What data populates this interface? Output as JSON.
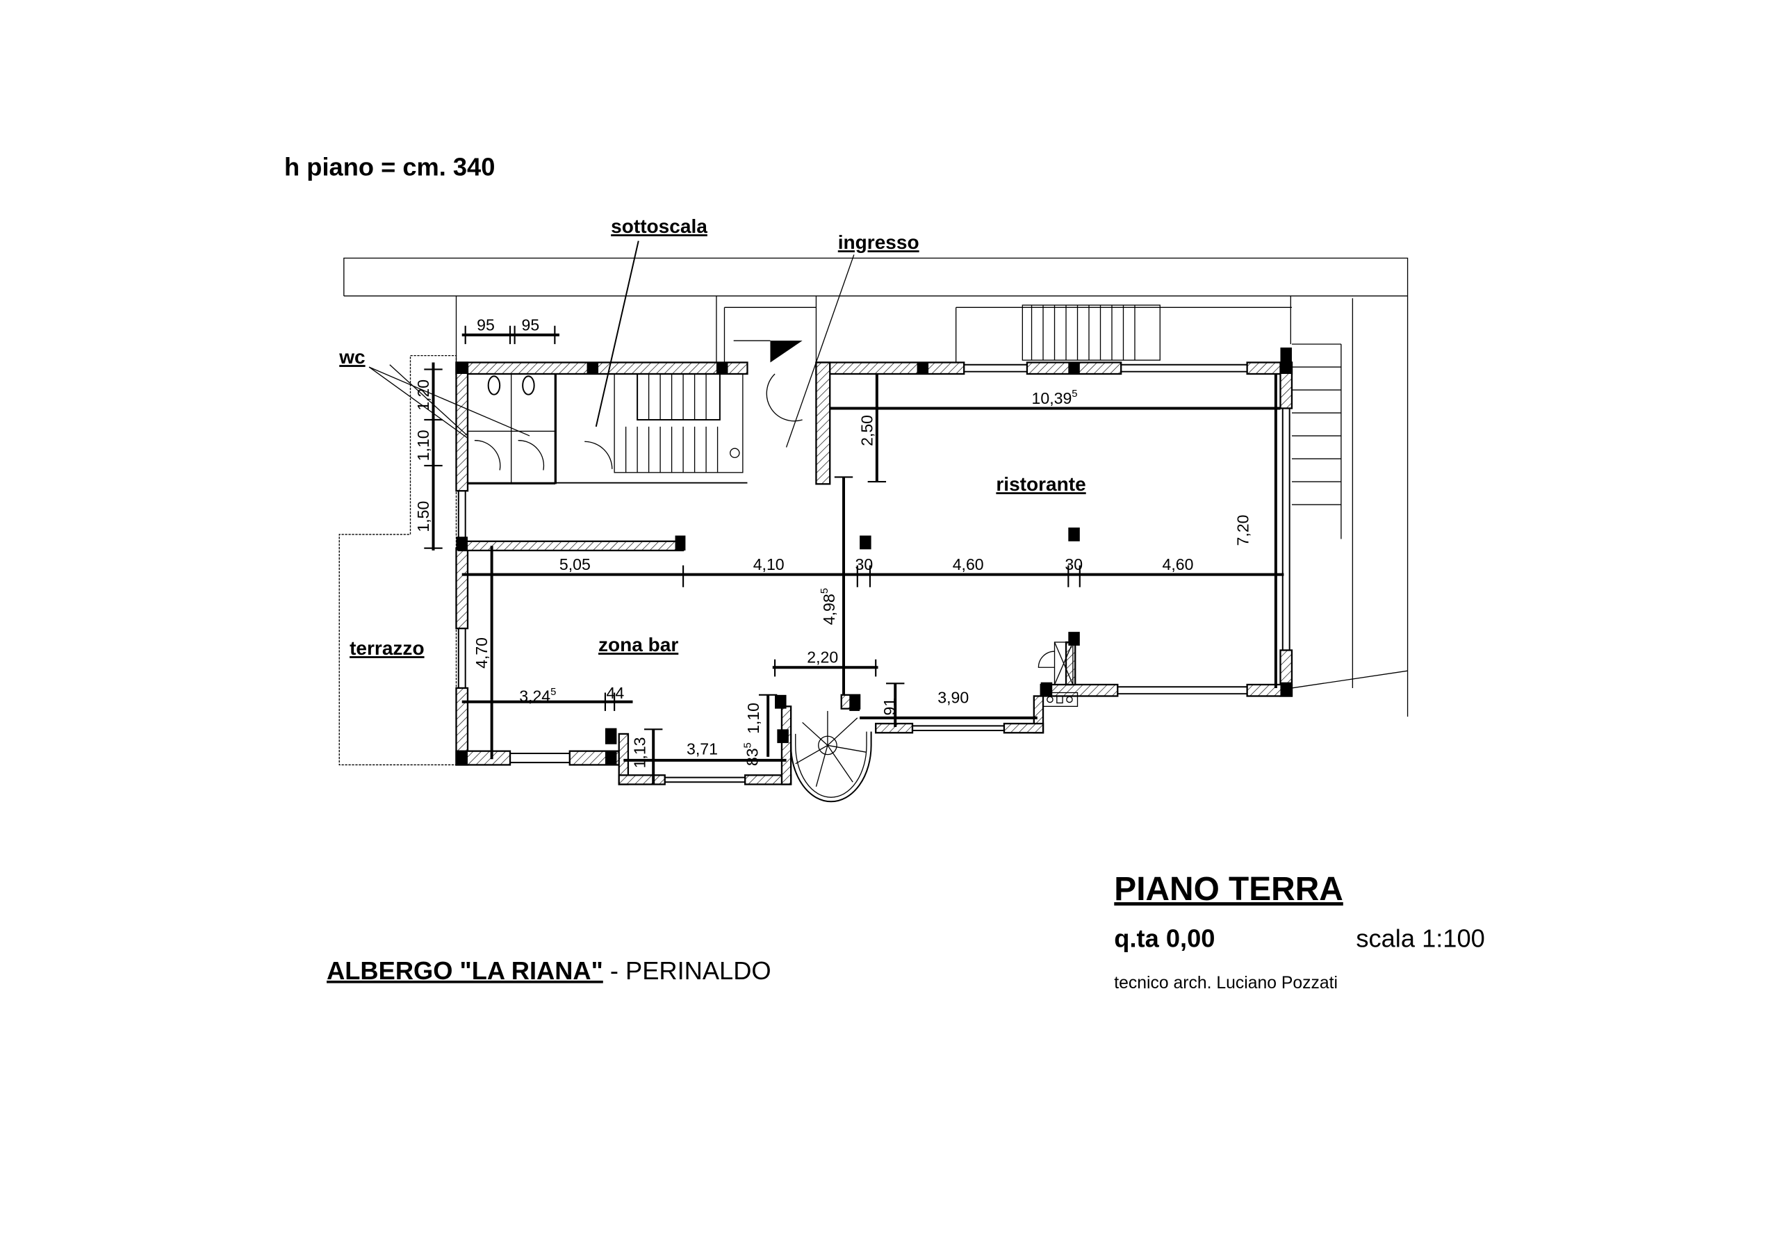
{
  "header": {
    "floor_height": "h piano = cm. 340"
  },
  "rooms": {
    "sottoscala": "sottoscala",
    "ingresso": "ingresso",
    "wc": "wc",
    "terrazzo": "terrazzo",
    "zona_bar": "zona bar",
    "ristorante": "ristorante"
  },
  "dimensions": {
    "wc_w1": "95",
    "wc_w2": "95",
    "left_120": "1,20",
    "left_110": "1,10",
    "left_150": "1,50",
    "d_250": "2,50",
    "d_1039": "10,39",
    "d_1039_sup": "5",
    "d_720": "7,20",
    "d_505": "5,05",
    "d_410": "4,10",
    "d_30a": "30",
    "d_460a": "4,60",
    "d_30b": "30",
    "d_460b": "4,60",
    "d_498": "4,98",
    "d_498_sup": "5",
    "d_470": "4,70",
    "d_220": "2,20",
    "d_324": "3,24",
    "d_324_sup": "5",
    "d_44": "44",
    "d_110b": "1,10",
    "d_91": "91",
    "d_390": "3,90",
    "d_113": "1,13",
    "d_371": "3,71",
    "d_835": "83",
    "d_835_sup": "5"
  },
  "title_block": {
    "plan_title": "PIANO TERRA",
    "level": "q.ta 0,00",
    "scale": "scala 1:100",
    "technician": "tecnico arch. Luciano Pozzati",
    "project_name": "ALBERGO \"LA RIANA\"",
    "project_location": " - PERINALDO"
  }
}
